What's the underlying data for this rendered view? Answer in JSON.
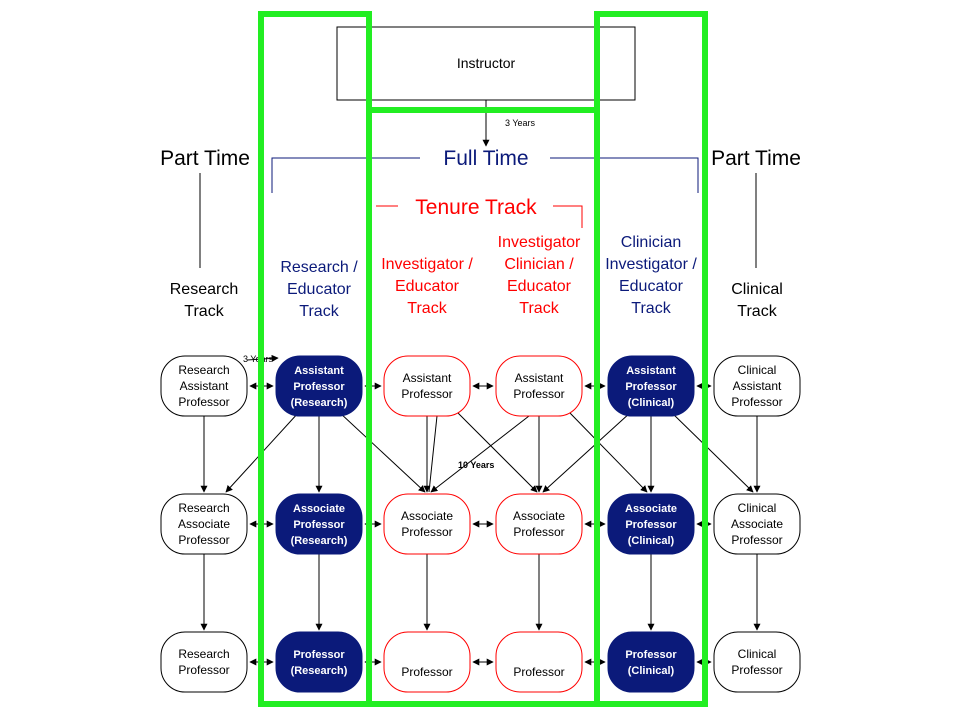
{
  "instructor": "Instructor",
  "header": {
    "part_time_left": "Part Time",
    "full_time": "Full Time",
    "part_time_right": "Part Time",
    "tenure_track": "Tenure Track"
  },
  "years": {
    "instructor_to_full": "3 Years",
    "research_to_assistant": "3 Years",
    "tenure_associate": "10 Years"
  },
  "tracks": [
    {
      "lines": [
        "Research",
        "Track"
      ]
    },
    {
      "lines": [
        "Research /",
        "Educator",
        "Track"
      ]
    },
    {
      "lines": [
        "Investigator /",
        "Educator",
        "Track"
      ]
    },
    {
      "lines": [
        "Investigator",
        "Clinician /",
        "Educator",
        "Track"
      ]
    },
    {
      "lines": [
        "Clinician",
        "Investigator /",
        "Educator",
        "Track"
      ]
    },
    {
      "lines": [
        "Clinical",
        "Track"
      ]
    }
  ],
  "nodes": [
    [
      [
        "Research",
        "Assistant",
        "Professor"
      ],
      [
        "Research",
        "Associate",
        "Professor"
      ],
      [
        "Research",
        "Professor"
      ]
    ],
    [
      [
        "Assistant",
        "Professor",
        "(Research)"
      ],
      [
        "Associate",
        "Professor",
        "(Research)"
      ],
      [
        "Professor",
        "(Research)"
      ]
    ],
    [
      [
        "Assistant",
        "Professor"
      ],
      [
        "Associate",
        "Professor"
      ],
      [
        "Professor"
      ]
    ],
    [
      [
        "Assistant",
        "Professor"
      ],
      [
        "Associate",
        "Professor"
      ],
      [
        "Professor"
      ]
    ],
    [
      [
        "Assistant",
        "Professor",
        "(Clinical)"
      ],
      [
        "Associate",
        "Professor",
        "(Clinical)"
      ],
      [
        "Professor",
        "(Clinical)"
      ]
    ],
    [
      [
        "Clinical",
        "Assistant",
        "Professor"
      ],
      [
        "Clinical",
        "Associate",
        "Professor"
      ],
      [
        "Clinical",
        "Professor"
      ]
    ]
  ],
  "colors": {
    "navy": "#0b1a7a",
    "red": "#ff0000",
    "green": "#22ee22",
    "black": "#000000"
  }
}
